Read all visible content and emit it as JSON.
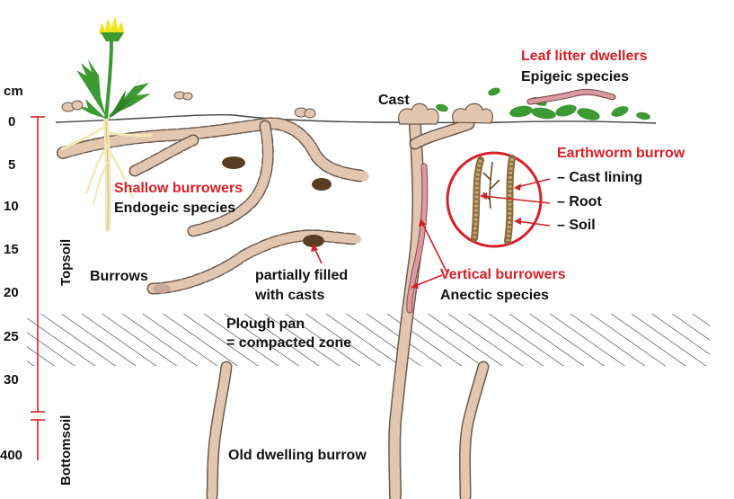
{
  "scale": {
    "unit": "cm",
    "ticks": [
      "0",
      "5",
      "10",
      "15",
      "20",
      "25",
      "30",
      "400"
    ],
    "topsoil": "Topsoil",
    "bottomsoil": "Bottomsoil"
  },
  "labels": {
    "leaf_litter": "Leaf litter dwellers",
    "epigeic": "Epigeic species",
    "cast": "Cast",
    "earthworm_burrow": "Earthworm burrow",
    "cast_lining": "– Cast lining",
    "root": "– Root",
    "soil": "– Soil",
    "shallow_burrowers": "Shallow burrowers",
    "endogeic": "Endogeic species",
    "burrows": "Burrows",
    "partially_filled_1": "partially filled",
    "partially_filled_2": "with casts",
    "vertical_burrowers": "Vertical burrowers",
    "anectic": "Anectic species",
    "plough_pan_1": "Plough pan",
    "plough_pan_2": "= compacted zone",
    "old_dwelling": "Old dwelling burrow"
  },
  "colors": {
    "burrow": "#e2c6b0",
    "burrow_dash": "#6b5a4e",
    "highlight_red": "#d81f26",
    "leaf_green": "#3d9a33",
    "flower_yellow": "#f2e21c",
    "root_cream": "#f4e7b6",
    "worm_pink": "#d99aa0"
  }
}
